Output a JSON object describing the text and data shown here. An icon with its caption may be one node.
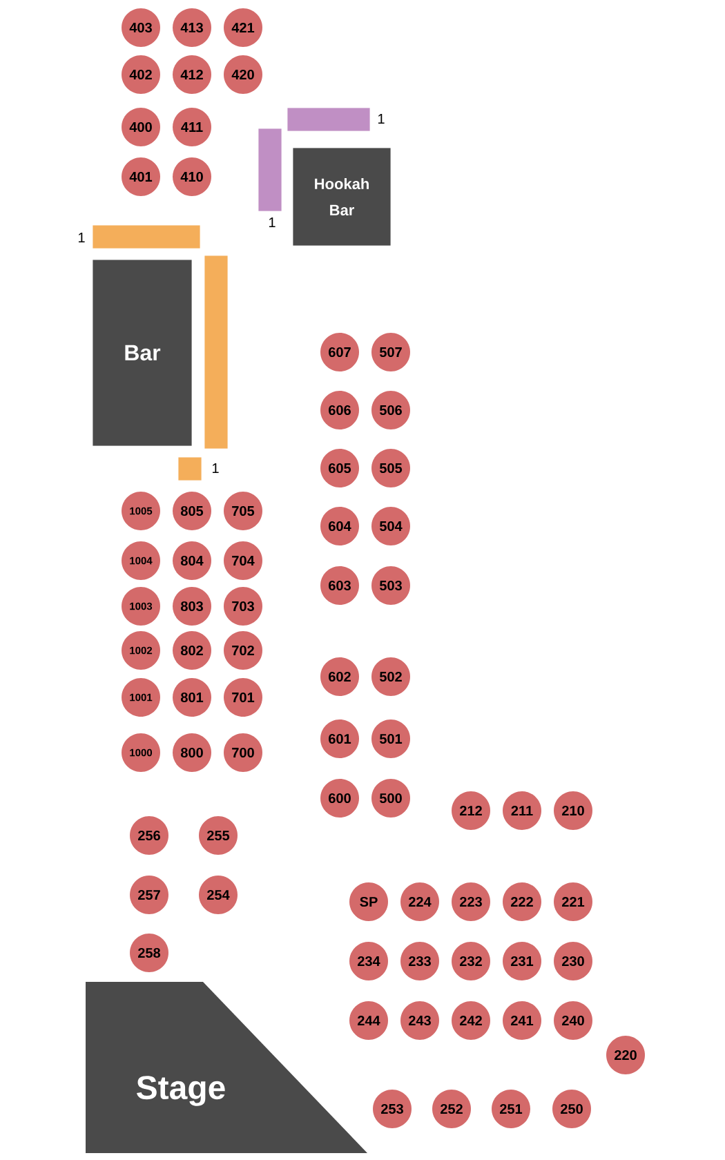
{
  "diagram": {
    "nodes": [
      {
        "text": [
          "403"
        ]
      },
      {
        "text": [
          "413"
        ]
      },
      {
        "text": [
          "421"
        ]
      },
      {
        "text": [
          "402"
        ]
      },
      {
        "text": [
          "412"
        ]
      },
      {
        "text": [
          "420"
        ]
      },
      {
        "text": [
          "400"
        ]
      },
      {
        "text": [
          "411"
        ]
      },
      {
        "text": [],
        "shape": "bar",
        "beside": [
          "1"
        ]
      },
      {
        "text": [],
        "shape": "bar",
        "beside": [
          "1"
        ]
      },
      {
        "text": [
          "401"
        ]
      },
      {
        "text": [
          "410"
        ]
      },
      {
        "text": [
          "Hookah Bar"
        ]
      },
      {
        "text": [],
        "shape": "bar",
        "beside": [
          "1"
        ]
      },
      {
        "text": [
          "Bar"
        ]
      },
      {
        "text": [],
        "shape": "bar"
      },
      {
        "text": [
          "607"
        ]
      },
      {
        "text": [
          "507"
        ]
      },
      {
        "text": [
          "606"
        ]
      },
      {
        "text": [
          "506"
        ]
      },
      {
        "text": [
          "605"
        ]
      },
      {
        "text": [
          "505"
        ]
      },
      {
        "text": [],
        "shape": "bar",
        "beside": [
          "1"
        ]
      },
      {
        "text": [
          "1005"
        ]
      },
      {
        "text": [
          "805"
        ]
      },
      {
        "text": [
          "705"
        ]
      },
      {
        "text": [
          "604"
        ]
      },
      {
        "text": [
          "504"
        ]
      },
      {
        "text": [
          "1004"
        ]
      },
      {
        "text": [
          "804"
        ]
      },
      {
        "text": [
          "704"
        ]
      },
      {
        "text": [
          "603"
        ]
      },
      {
        "text": [
          "503"
        ]
      },
      {
        "text": [
          "1003"
        ]
      },
      {
        "text": [
          "803"
        ]
      },
      {
        "text": [
          "703"
        ]
      },
      {
        "text": [
          "1002"
        ]
      },
      {
        "text": [
          "802"
        ]
      },
      {
        "text": [
          "702"
        ]
      },
      {
        "text": [
          "602"
        ]
      },
      {
        "text": [
          "502"
        ]
      },
      {
        "text": [
          "1001"
        ]
      },
      {
        "text": [
          "801"
        ]
      },
      {
        "text": [
          "701"
        ]
      },
      {
        "text": [
          "601"
        ]
      },
      {
        "text": [
          "501"
        ]
      },
      {
        "text": [
          "1000"
        ]
      },
      {
        "text": [
          "800"
        ]
      },
      {
        "text": [
          "700"
        ]
      },
      {
        "text": [
          "600"
        ]
      },
      {
        "text": [
          "500"
        ]
      },
      {
        "text": [
          "212"
        ]
      },
      {
        "text": [
          "211"
        ]
      },
      {
        "text": [
          "210"
        ]
      },
      {
        "text": [
          "256"
        ]
      },
      {
        "text": [
          "255"
        ]
      },
      {
        "text": [
          "257"
        ]
      },
      {
        "text": [
          "254"
        ]
      },
      {
        "text": [
          "SP"
        ]
      },
      {
        "text": [
          "224"
        ]
      },
      {
        "text": [
          "223"
        ]
      },
      {
        "text": [
          "222"
        ]
      },
      {
        "text": [
          "221"
        ]
      },
      {
        "text": [
          "258"
        ]
      },
      {
        "text": [
          "234"
        ]
      },
      {
        "text": [
          "233"
        ]
      },
      {
        "text": [
          "232"
        ]
      },
      {
        "text": [
          "231"
        ]
      },
      {
        "text": [
          "230"
        ]
      },
      {
        "text": [
          "Stage"
        ]
      },
      {
        "text": [
          "244"
        ]
      },
      {
        "text": [
          "243"
        ]
      },
      {
        "text": [
          "242"
        ]
      },
      {
        "text": [
          "241"
        ]
      },
      {
        "text": [
          "240"
        ]
      },
      {
        "text": [
          "220"
        ]
      },
      {
        "text": [
          "253"
        ]
      },
      {
        "text": [
          "252"
        ]
      },
      {
        "text": [
          "251"
        ]
      },
      {
        "text": [
          "250"
        ]
      }
    ]
  }
}
